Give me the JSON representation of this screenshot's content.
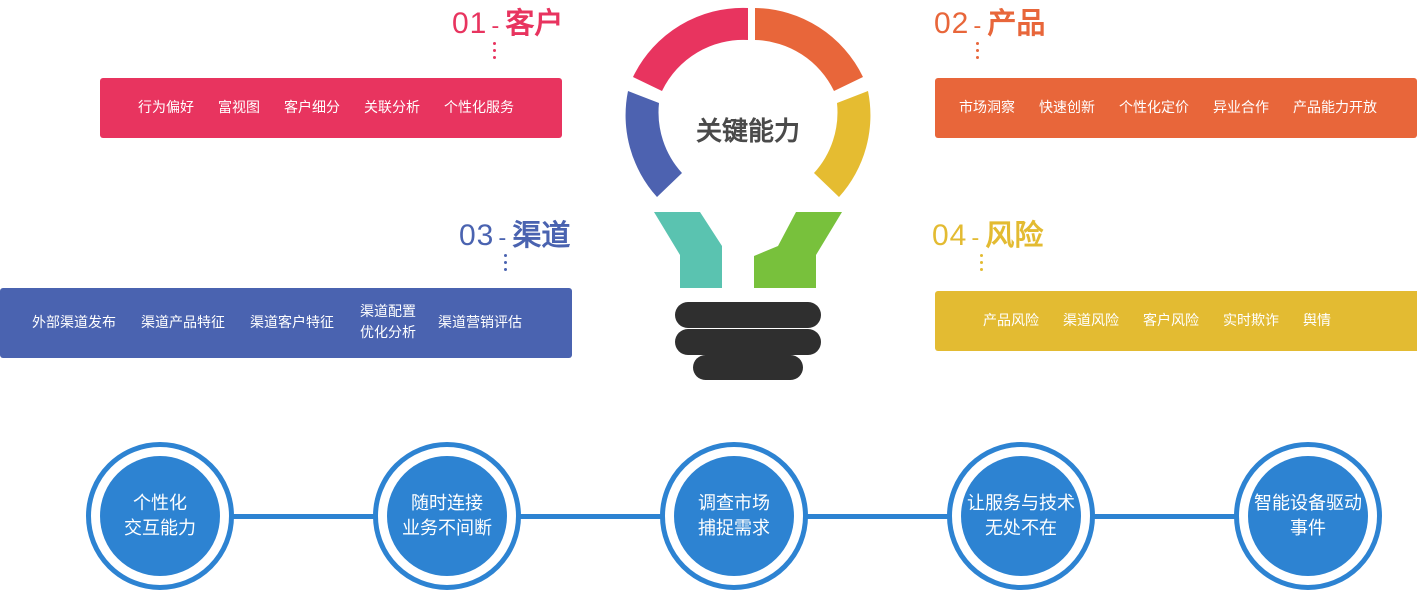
{
  "colors": {
    "customer": "#e8345f",
    "product": "#e8663a",
    "channel": "#4a63b0",
    "risk": "#e3bb32",
    "bulb_teal": "#5ac3b0",
    "bulb_green": "#78c13c",
    "bulb_yellow": "#e5bc31",
    "bulb_blue": "#4d62b0",
    "bulb_base": "#2f2f2f",
    "timeline": "#2d83d2"
  },
  "center": {
    "label": "关键能力"
  },
  "quadrants": {
    "customer": {
      "num": "01",
      "dash": "-",
      "name": "客户",
      "items": [
        "行为偏好",
        "富视图",
        "客户细分",
        "关联分析",
        "个性化服务"
      ]
    },
    "product": {
      "num": "02",
      "dash": "-",
      "name": "产品",
      "items": [
        "市场洞察",
        "快速创新",
        "个性化定价",
        "异业合作",
        "产品能力开放"
      ]
    },
    "channel": {
      "num": "03",
      "dash": "-",
      "name": "渠道",
      "items": [
        "外部渠道发布",
        "渠道产品特征",
        "渠道客户特征",
        "渠道配置优化分析",
        "渠道营销评估"
      ]
    },
    "risk": {
      "num": "04",
      "dash": "-",
      "name": "风险",
      "items": [
        "产品风险",
        "渠道风险",
        "客户风险",
        "实时欺诈",
        "舆情"
      ]
    }
  },
  "timeline": [
    "个性化\n交互能力",
    "随时连接\n业务不间断",
    "调查市场\n捕捉需求",
    "让服务与技术\n无处不在",
    "智能设备驱动\n事件"
  ]
}
